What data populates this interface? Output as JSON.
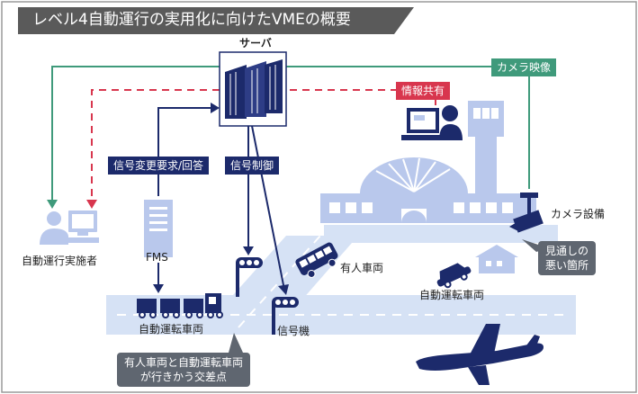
{
  "title": "レベル4自動運行の実用化に向けたVMEの概要",
  "labels": {
    "server": "サーバ",
    "camera_feed": "カメラ映像",
    "info_share": "情報共有",
    "signal_request": "信号変更要求/回答",
    "signal_control": "信号制御",
    "operator": "自動運行実施者",
    "fms": "FMS",
    "camera_equipment": "カメラ設備",
    "blind_spot_line1": "見通しの",
    "blind_spot_line2": "悪い箇所",
    "manned_vehicle": "有人車両",
    "autonomous_vehicle_right": "自動運転車両",
    "autonomous_vehicle_left": "自動運転車両",
    "traffic_signal": "信号機",
    "intersection_line1": "有人車両と自動運転車両",
    "intersection_line2": "が行きかう交差点"
  },
  "colors": {
    "navy": "#1c2a6b",
    "green": "#3f9a7b",
    "red": "#d8364e",
    "light_blue": "#d6e2f5",
    "mid_blue": "#b9c8ec",
    "title_gray": "#5a5a5a",
    "callout_gray": "#5f6670"
  }
}
